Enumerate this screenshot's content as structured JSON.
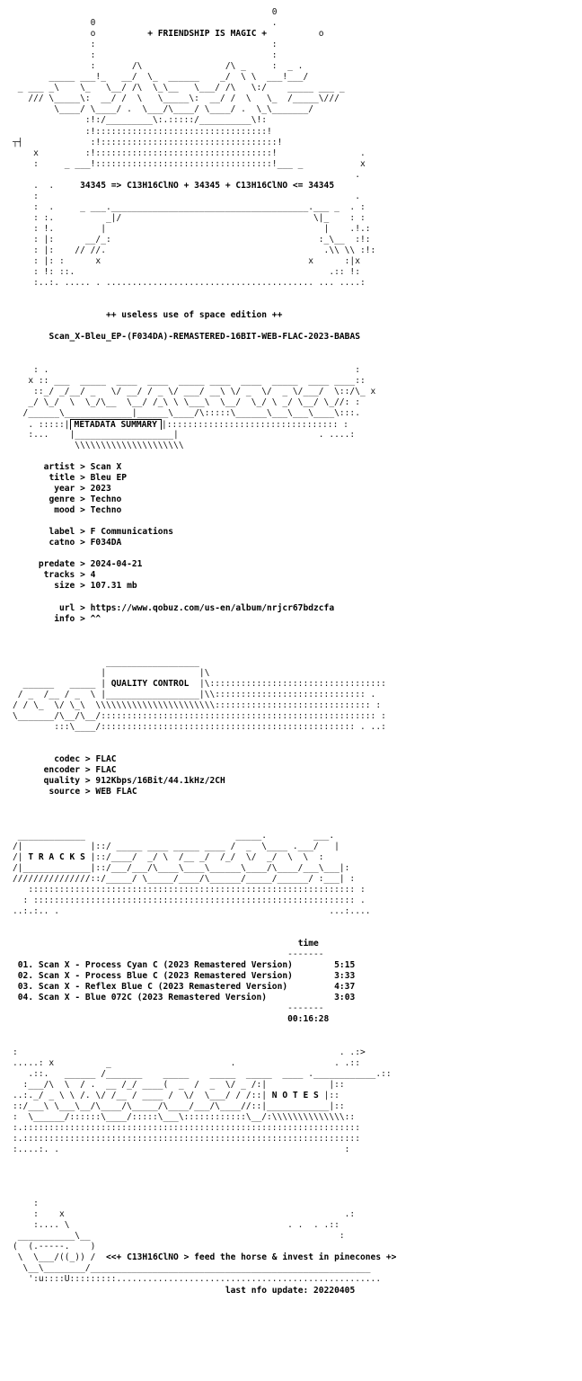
{
  "header": {
    "title": "+ FRIENDSHIP IS MAGIC +",
    "formula": "34345 => C13H16ClNO + 34345 + C13H16ClNO <= 34345",
    "edition": "++ useless use of space edition ++",
    "release": "Scan_X-Bleu_EP-(F034DA)-REMASTERED-16BIT-WEB-FLAC-2023-BABAS"
  },
  "metadata": {
    "section_title": "METADATA SUMMARY",
    "artist_key": "artist",
    "artist": "Scan X",
    "title_key": "title",
    "title": "Bleu EP",
    "year_key": "year",
    "year": "2023",
    "genre_key": "genre",
    "genre": "Techno",
    "mood_key": "mood",
    "mood": "Techno",
    "label_key": "label",
    "label": "F Communications",
    "catno_key": "catno",
    "catno": "F034DA",
    "predate_key": "predate",
    "predate": "2024-04-21",
    "tracks_key": "tracks",
    "tracks": "4",
    "size_key": "size",
    "size": "107.31 mb",
    "url_key": "url",
    "url": "https://www.qobuz.com/us-en/album/nrjcr67bdzcfa",
    "info_key": "info",
    "info": "^^"
  },
  "quality": {
    "section_title": "QUALITY CONTROL",
    "codec_key": "codec",
    "codec": "FLAC",
    "encoder_key": "encoder",
    "encoder": "FLAC",
    "quality_key": "quality",
    "quality": "912Kbps/16Bit/44.1kHz/2CH",
    "source_key": "source",
    "source": "WEB FLAC"
  },
  "tracks": {
    "section_title": "T R A C K S",
    "time_header": "time",
    "items": [
      {
        "num": "01.",
        "title": "Scan X - Process Cyan C (2023 Remastered Version)",
        "time": "5:15"
      },
      {
        "num": "02.",
        "title": "Scan X - Process Blue C (2023 Remastered Version)",
        "time": "3:33"
      },
      {
        "num": "03.",
        "title": "Scan X - Reflex Blue C (2023 Remastered Version)",
        "time": "4:37"
      },
      {
        "num": "04.",
        "title": "Scan X - Blue 072C (2023 Remastered Version)",
        "time": "3:03"
      }
    ],
    "total": "00:16:28"
  },
  "notes": {
    "section_title": "N O T E S",
    "footer_text": "<<+ C13H16ClNO > feed the horse & invest in pinecones +>",
    "last_update": "last nfo update: 20220405"
  }
}
